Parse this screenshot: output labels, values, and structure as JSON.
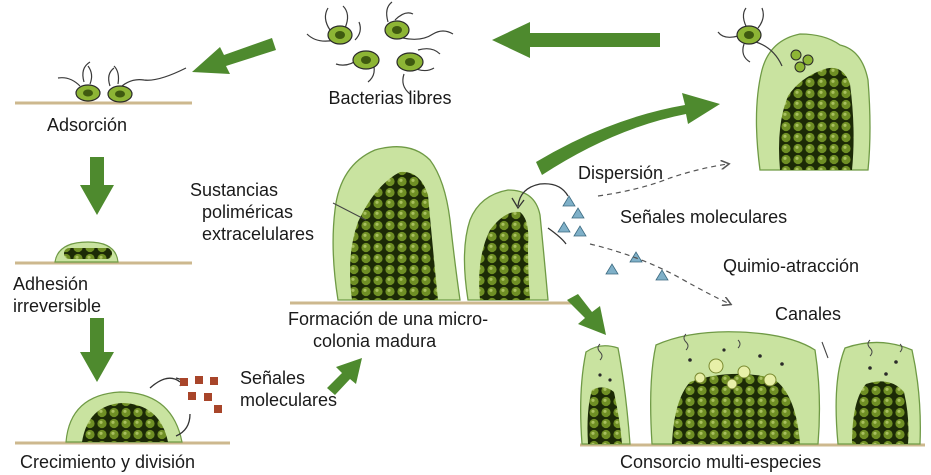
{
  "labels": {
    "free_bacteria": "Bacterias libres",
    "adsorption": "Adsorción",
    "irreversible_adhesion_1": "Adhesión",
    "irreversible_adhesion_2": "irreversible",
    "growth_division": "Crecimiento y división",
    "molecular_signals_left_1": "Señales",
    "molecular_signals_left_2": "moleculares",
    "eps_1": "Sustancias",
    "eps_2": "poliméricas",
    "eps_3": "extracelulares",
    "microcolony_1": "Formación de una micro-",
    "microcolony_2": "colonia madura",
    "dispersion": "Dispersión",
    "molecular_signals_right": "Señales moleculares",
    "chemoattraction": "Quimio-atracción",
    "channels": "Canales",
    "consortium": "Consorcio multi-especies"
  },
  "colors": {
    "arrow": "#4e8a2e",
    "matrix": "#c9e3a0",
    "matrix_edge": "#6f9a45",
    "cell": "#5b7a1c",
    "cell_dark": "#1c2a06",
    "substrate": "#d8c6a0",
    "signal_square": "#a8452a",
    "signal_triangle": "#7fb0c8"
  },
  "icons": [
    "bacterium-icon",
    "signal-square-icon",
    "signal-triangle-icon",
    "flow-arrow-icon"
  ]
}
